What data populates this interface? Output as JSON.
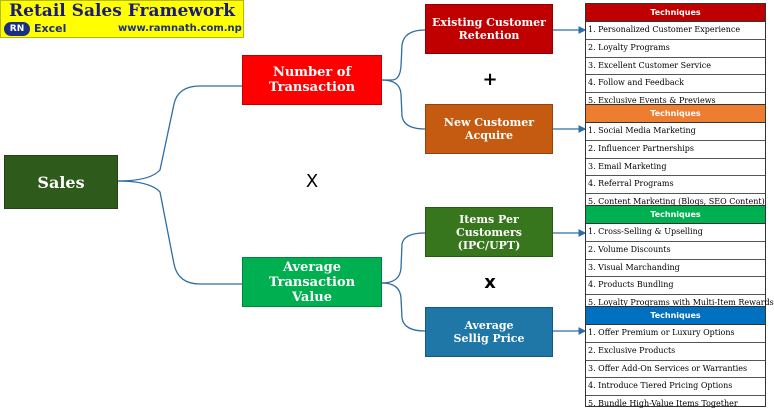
{
  "header": {
    "title": "Retail Sales Framework",
    "logo": "RN",
    "brand": "Excel",
    "website": "www.ramnath.com.np"
  },
  "nodes": {
    "sales": "Sales",
    "number_of_transaction": "Number of Transaction",
    "average_transaction_value": "Average Transaction Value",
    "existing_customer_retention": "Existing Customer Retention",
    "new_customer_acquire": "New Customer Acquire",
    "items_per_customers": "Items Per Customers (IPC/UPT)",
    "average_sellig_price": "Average Sellig Price"
  },
  "operators": {
    "sales_multiply": "X",
    "transaction_plus": "+",
    "value_multiply": "x"
  },
  "colors": {
    "sales": "#2e5a1c",
    "number_of_transaction": "#ff0000",
    "average_transaction_value": "#00b050",
    "existing_customer_retention": "#c00000",
    "new_customer_acquire": "#c55a11",
    "items_per_customers": "#38761d",
    "average_sellig_price": "#1f77a8",
    "connector": "#2e6da4"
  },
  "technique_panels": [
    {
      "header": "Techniques",
      "color": "#c00000",
      "items": [
        "1. Personalized Customer Experience",
        "2. Loyalty Programs",
        "3. Excellent Customer Service",
        "4. Follow and Feedback",
        "5. Exclusive Events & Previews"
      ]
    },
    {
      "header": "Techniques",
      "color": "#ed7d31",
      "items": [
        "1. Social Media Marketing",
        "2. Influencer Partnerships",
        "3. Email Marketing",
        "4. Referral Programs",
        "5. Content Marketing (Blogs, SEO Content)"
      ]
    },
    {
      "header": "Techniques",
      "color": "#00b050",
      "items": [
        "1. Cross-Selling & Upselling",
        "2. Volume Discounts",
        "3. Visual Marchanding",
        "4. Products Bundling",
        "5. Loyalty Programs with Multi-Item Rewards"
      ]
    },
    {
      "header": "Techniques",
      "color": "#0070c0",
      "items": [
        "1. Offer Premium or Luxury Options",
        "2. Exclusive Products",
        "3. Offer Add-On Services or Warranties",
        "4. Introduce Tiered Pricing Options",
        "5. Bundle High-Value Items Together"
      ]
    }
  ]
}
